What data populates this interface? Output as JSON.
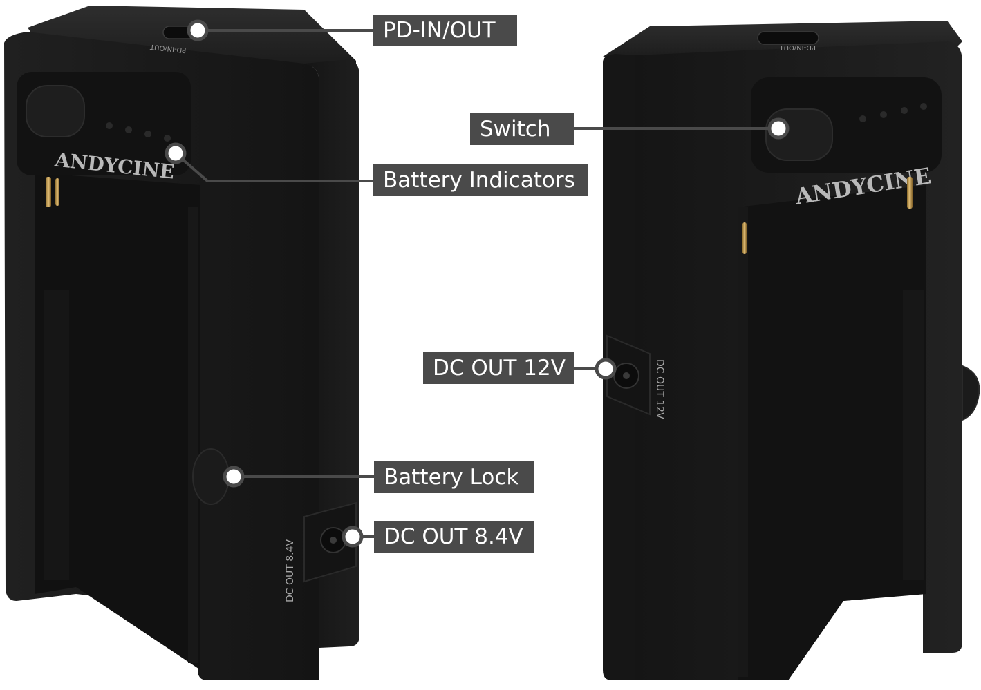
{
  "brand": "ANDYCINE",
  "device": {
    "top_port_label": "PD-IN/OUT",
    "side_label_left": "DC OUT 8.4V",
    "side_label_right": "DC OUT 12V"
  },
  "callouts": {
    "pd_in_out": "PD-IN/OUT",
    "switch": "Switch",
    "battery_indicators": "Battery Indicators",
    "dc_out_12v": "DC OUT 12V",
    "battery_lock": "Battery Lock",
    "dc_out_8_4v": "DC OUT 8.4V"
  },
  "colors": {
    "body": "#1c1c1c",
    "callout_bg": "#4a4a4a",
    "callout_text": "#ffffff",
    "leader_line": "#4a4a4a",
    "marker_dot": "#ffffff",
    "brand_text": "#b9b9b9",
    "contact_pin": "#c9a35a"
  }
}
